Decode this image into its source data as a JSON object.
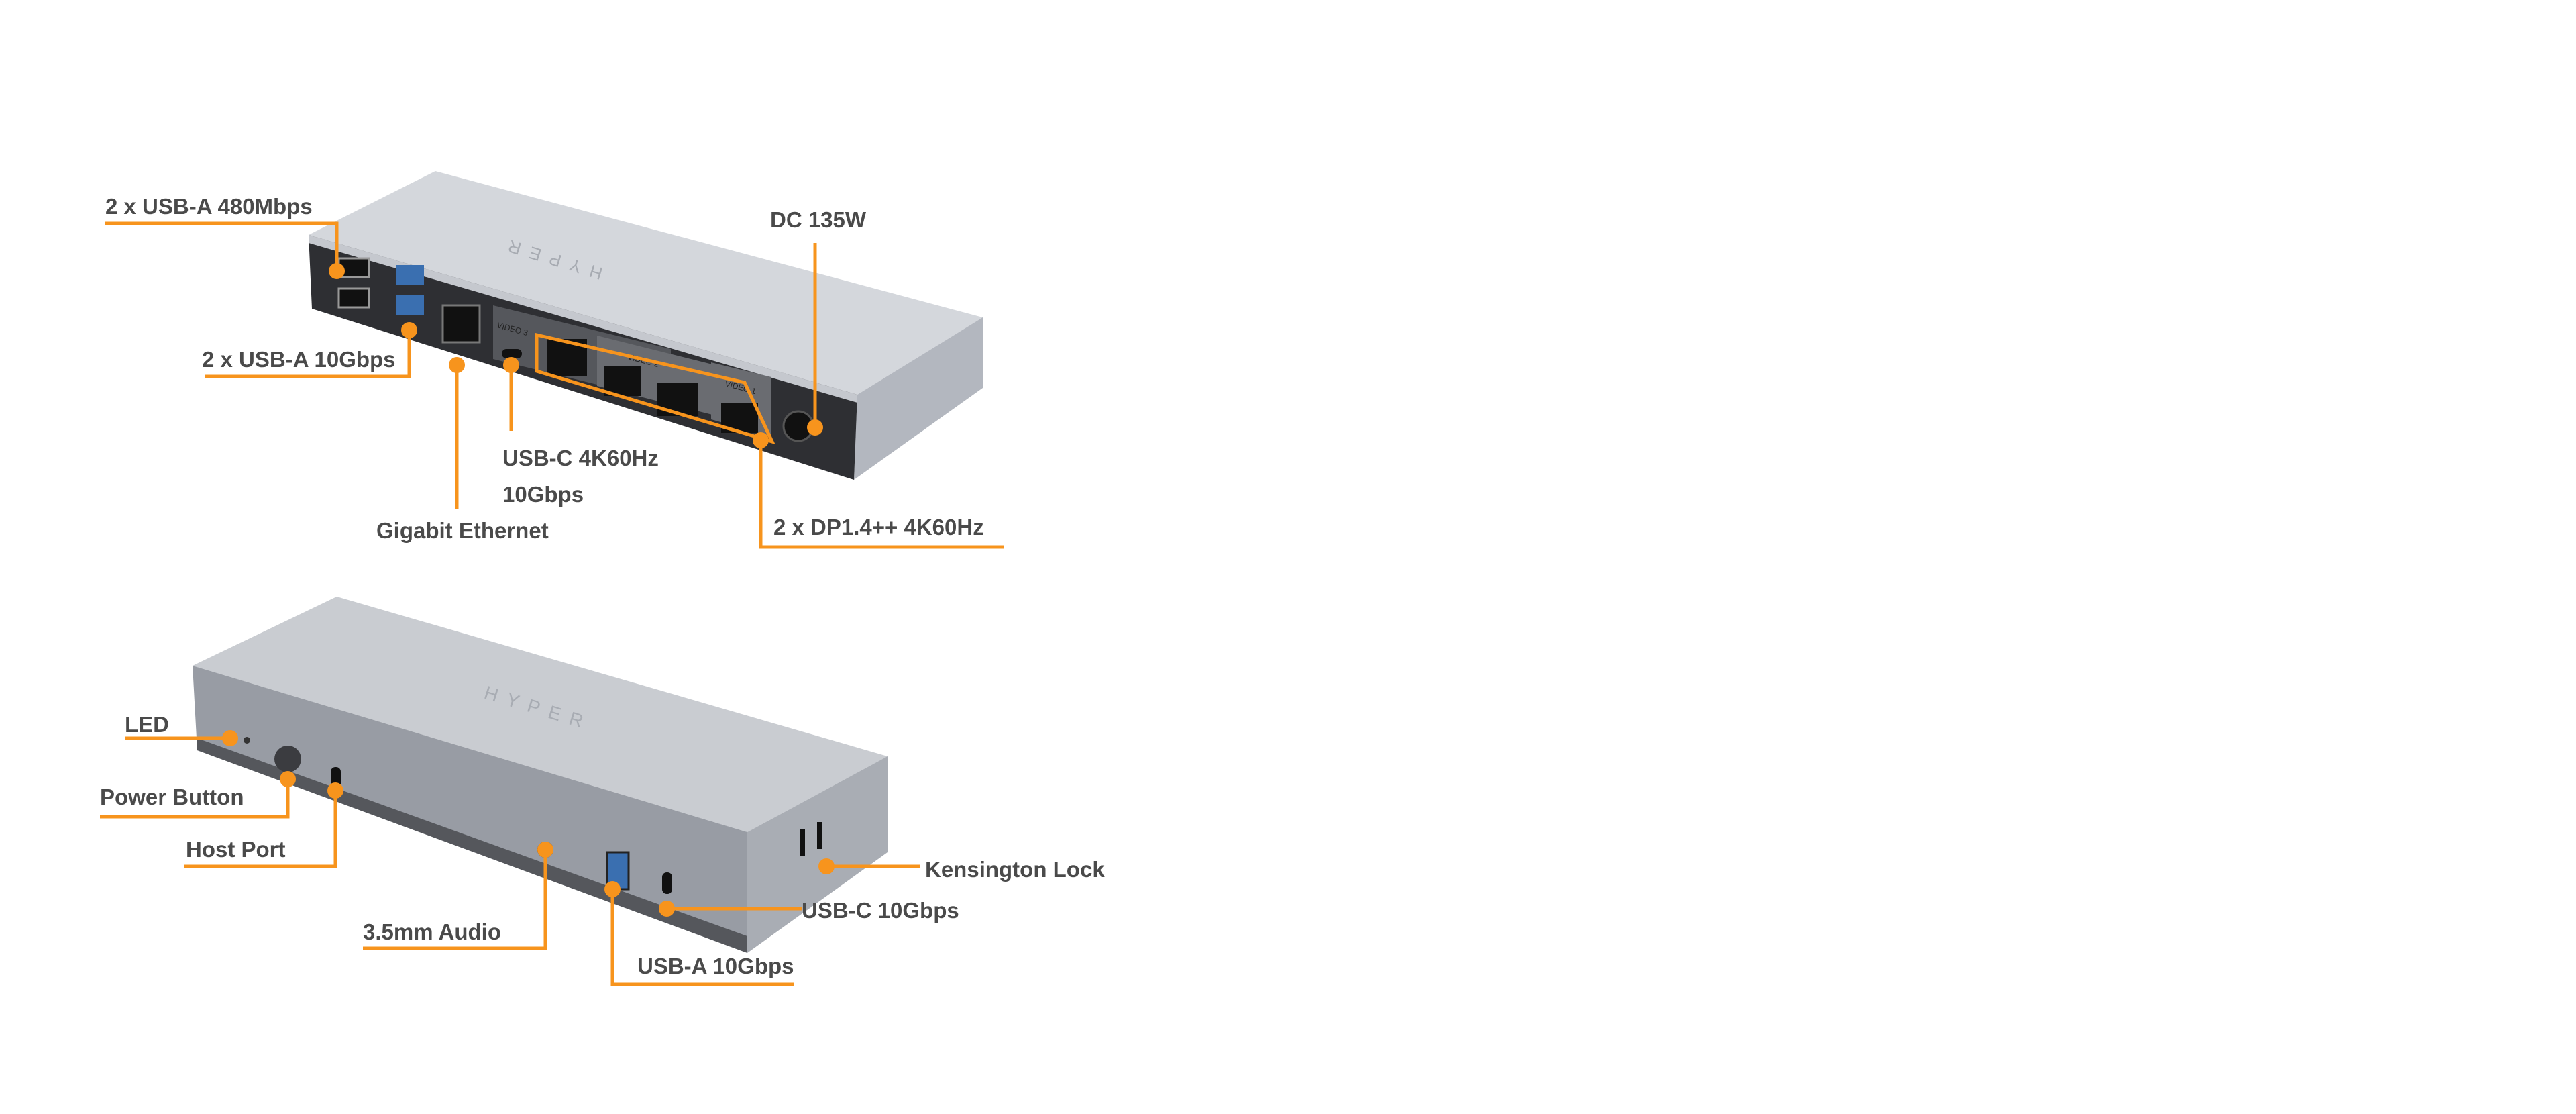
{
  "brand": "HYPER",
  "accent_color": "#f7941d",
  "top_view": {
    "labels": {
      "usb_a_480": "2 x USB-A 480Mbps",
      "dc": "DC 135W",
      "usb_a_10g": "2 x USB-A 10Gbps",
      "usb_c_line1": "USB-C 4K60Hz",
      "usb_c_line2": "10Gbps",
      "ethernet": "Gigabit Ethernet",
      "dp": "2 x DP1.4++  4K60Hz"
    },
    "port_tags": [
      "VIDEO 3",
      "VIDEO 2",
      "VIDEO 1"
    ]
  },
  "bottom_view": {
    "labels": {
      "led": "LED",
      "power": "Power Button",
      "host": "Host Port",
      "audio": "3.5mm Audio",
      "usb_a": "USB-A 10Gbps",
      "usb_c": "USB-C 10Gbps",
      "lock": "Kensington Lock"
    }
  }
}
